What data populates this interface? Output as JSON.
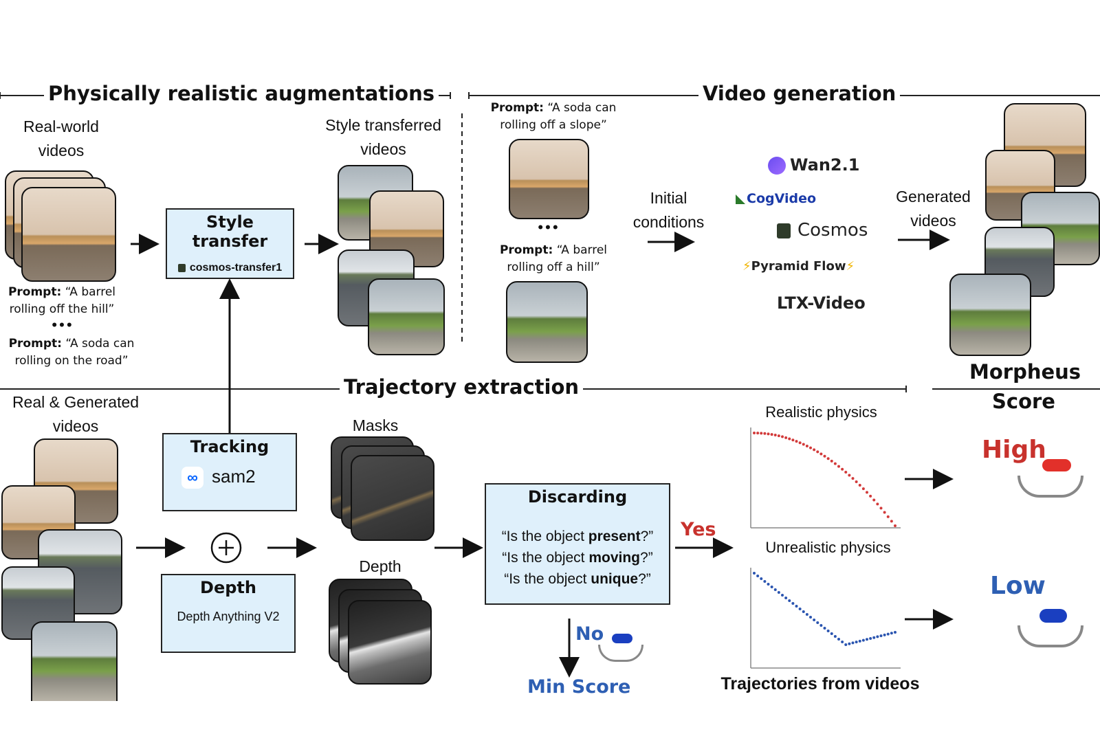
{
  "sections": {
    "augment": "Physically realistic augmentations",
    "video_gen": "Video generation",
    "trajectory": "Trajectory extraction",
    "morpheus_line1": "Morpheus",
    "morpheus_line2": "Score"
  },
  "augment": {
    "real_world_line1": "Real-world",
    "real_world_line2": "videos",
    "prompt_keyword": "Prompt:",
    "prompt1_line1": "“A barrel",
    "prompt1_line2": "rolling off the hill”",
    "ellipsis": "•••",
    "prompt2_line1": "“A soda can",
    "prompt2_line2": "rolling on the road”",
    "style_transfer_title": "Style transfer",
    "style_transfer_model": "cosmos-transfer1",
    "style_transferred_line1": "Style transferred",
    "style_transferred_line2": "videos"
  },
  "video_gen": {
    "prompt_keyword": "Prompt:",
    "prompt1_line1": "“A soda can",
    "prompt1_line2": "rolling off a slope”",
    "ellipsis": "•••",
    "prompt2_line1": "“A barrel",
    "prompt2_line2": "rolling off a hill”",
    "initial_line1": "Initial",
    "initial_line2": "conditions",
    "models": [
      "Wan2.1",
      "CogVideo",
      "Cosmos",
      "Pyramid Flow",
      "LTX-Video"
    ],
    "generated_line1": "Generated",
    "generated_line2": "videos"
  },
  "trajectory": {
    "real_gen_line1": "Real & Generated",
    "real_gen_line2": "videos",
    "tracking_title": "Tracking",
    "tracking_model": "sam2",
    "depth_title": "Depth",
    "depth_model": "Depth Anything V2",
    "plus": "+",
    "masks_label": "Masks",
    "depth_label": "Depth",
    "discard_title": "Discarding",
    "q1_pre": "“Is the object ",
    "q1_bold": "present",
    "q1_post": "?”",
    "q2_pre": "“Is the object ",
    "q2_bold": "moving",
    "q2_post": "?”",
    "q3_pre": "“Is the object ",
    "q3_bold": "unique",
    "q3_post": "?”",
    "yes": "Yes",
    "no": "No",
    "min_score": "Min Score",
    "realistic": "Realistic physics",
    "unrealistic": "Unrealistic physics",
    "traj_caption": "Trajectories from videos",
    "high": "High",
    "low": "Low"
  },
  "colors": {
    "box_fill": "#dff0fb",
    "yes_red": "#c8322d",
    "blue": "#2e5fb3",
    "realistic_dots": "#d23a3a",
    "unrealistic_dots": "#2b55b0"
  },
  "icons": [
    "meta-infinity-icon",
    "cosmos-icon",
    "wan-icon",
    "cogvideo-icon",
    "hand-icon",
    "pill-icon",
    "plus-icon",
    "arrow-icon"
  ]
}
